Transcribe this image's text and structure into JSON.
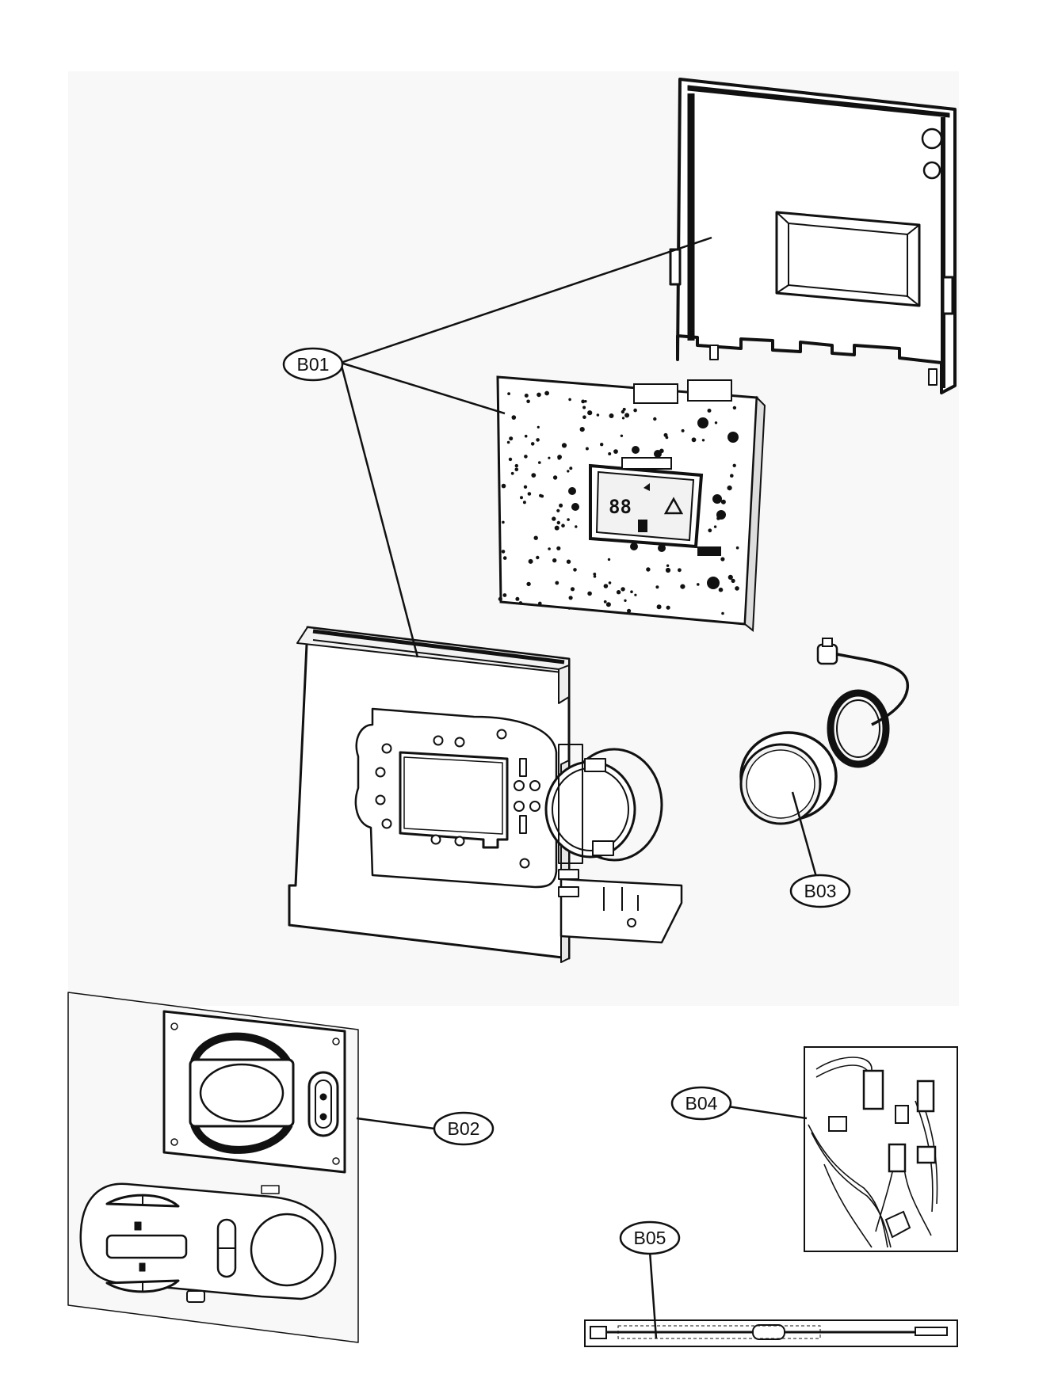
{
  "callouts": {
    "b01": "B01",
    "b02": "B02",
    "b03": "B03",
    "b04": "B04",
    "b05": "B05"
  },
  "colors": {
    "ink": "#111111",
    "panel": "#f7f7f7",
    "paper": "#ffffff",
    "shade": "#e6e6e6"
  }
}
